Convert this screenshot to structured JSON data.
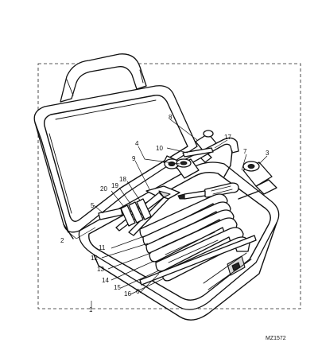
{
  "callouts": {
    "c1": "1",
    "c2": "2",
    "c3": "3",
    "c4": "4",
    "c5": "5",
    "c6": "6",
    "c7": "7",
    "c8": "8",
    "c9": "9",
    "c10": "10",
    "c11": "11",
    "c12": "12",
    "c13": "13",
    "c14": "14",
    "c15": "15",
    "c16": "16",
    "c17": "17",
    "c18": "18",
    "c19": "19",
    "c20": "20"
  },
  "figure_code": "MZ1572"
}
